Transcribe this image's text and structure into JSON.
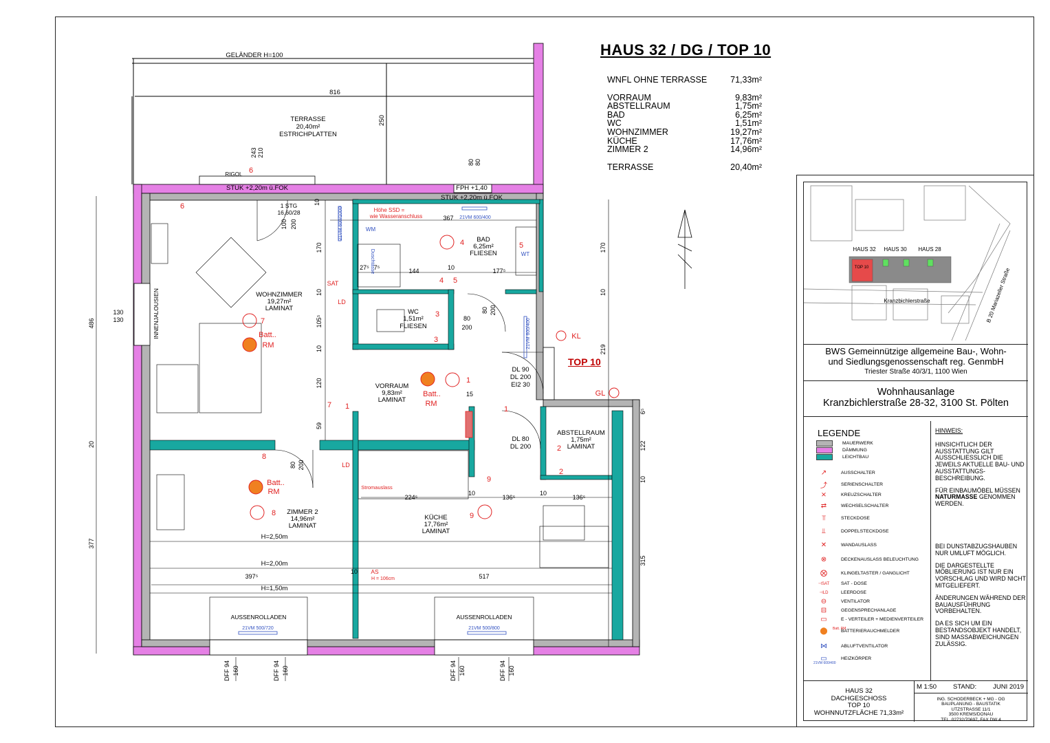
{
  "title": "HAUS 32 / DG / TOP 10",
  "areas": {
    "wnfl": {
      "label": "WNFL OHNE TERRASSE",
      "value": "71,33m²"
    },
    "rooms": [
      {
        "label": "VORRAUM",
        "value": "9,83m²"
      },
      {
        "label": "ABSTELLRAUM",
        "value": "1,75m²"
      },
      {
        "label": "BAD",
        "value": "6,25m²"
      },
      {
        "label": "WC",
        "value": "1,51m²"
      },
      {
        "label": "WOHNZIMMER",
        "value": "19,27m²"
      },
      {
        "label": "KÜCHE",
        "value": "17,76m²"
      },
      {
        "label": "ZIMMER 2",
        "value": "14,96m²"
      }
    ],
    "terrasse": {
      "label": "TERRASSE",
      "value": "20,40m²"
    }
  },
  "plan": {
    "gelaender": "GELÄNDER H=100",
    "dim_816": "816",
    "dim_250": "250",
    "terrasse": [
      "TERRASSE",
      "20,40m²",
      "ESTRICHPLATTEN"
    ],
    "rigol": "RIGOL",
    "stuk1": "STUK +2,20m ü.FOK",
    "stuk2": "STUK +2,20m ü.FOK",
    "fph": "FPH +1,40",
    "stg": [
      "1 STG",
      "16,60/28"
    ],
    "wohnzimmer": [
      "WOHNZIMMER",
      "19,27m²",
      "LAMINAT"
    ],
    "bad": [
      "BAD",
      "6,25m²",
      "FLIESEN"
    ],
    "wc": [
      "WC",
      "1,51m²",
      "FLIESEN"
    ],
    "vorraum": [
      "VORRAUM",
      "9,83m²",
      "LAMINAT"
    ],
    "abstellraum": [
      "ABSTELLRAUM",
      "1,75m²",
      "LAMINAT"
    ],
    "zimmer2": [
      "ZIMMER 2",
      "14,96m²",
      "LAMINAT"
    ],
    "kueche": [
      "KÜCHE",
      "17,76m²",
      "LAMINAT"
    ],
    "innenjalousien": "INNENJALOUSIEN",
    "aussenrolladen": "AUSSENROLLADEN",
    "hoehe_ssd": [
      "Höhe SSD =",
      "wie Wasseranschluss"
    ],
    "wm": "WM",
    "wt": "WT",
    "duschtasse": "Duschtasse",
    "rm": [
      "Batt..",
      "RM"
    ],
    "heights": [
      "H=2,50m",
      "H=2,00m",
      "H=1,50m"
    ],
    "dl90": [
      "DL 90",
      "DL 200",
      "EI2 30"
    ],
    "dl80": [
      "DL 80",
      "DL 200"
    ],
    "kl": "KL",
    "gl": "GL",
    "top10": "TOP 10",
    "sat": "SAT",
    "ld": "LD",
    "vm1": "21VM 600/400",
    "vm2": "21VM 600/1000",
    "vm3": "21VM 600/400",
    "vm4": "21VM 500/720",
    "vm5": "21VM 500/800",
    "stromauslass": "Stromauslass",
    "as_k": [
      "AS",
      "H = 106cm"
    ],
    "dims": {
      "d367": "367",
      "d144": "144",
      "d1775": "177⁵",
      "d10a": "10",
      "d275": "27⁵",
      "d7": "7⁵",
      "d486": "486",
      "d130a": "130",
      "d130b": "130",
      "d20": "20",
      "d377": "377",
      "d170a": "170",
      "d10b": "10",
      "d1055": "105⁵",
      "d10c": "10",
      "d120": "120",
      "d59": "59",
      "d80a": "80",
      "d200a": "200",
      "d80b": "80",
      "d200b": "200",
      "d243": "243",
      "d210": "210",
      "d80c": "80",
      "d80d": "80",
      "d100": "100",
      "d200c": "200",
      "d170b": "170",
      "d10d": "10",
      "d219": "219",
      "d65": "6⁵",
      "d122": "122",
      "d10e": "10",
      "d315": "315",
      "d2245": "224⁵",
      "d10f": "10",
      "d1365a": "136⁵",
      "d10g": "10",
      "d1365b": "136⁵",
      "d3975": "397⁵",
      "d10h": "10",
      "d517": "517",
      "d15": "15",
      "d80e": "80",
      "d200d": "200",
      "dff1": "DFF 94",
      "dff1b": "160",
      "dff2": "DFF 94",
      "dff2b": "160",
      "dff3": "DFF 94",
      "dff3b": "160",
      "dff4": "DFF 94",
      "dff4b": "160"
    }
  },
  "keyplan": {
    "labels": [
      "HAUS 32",
      "HAUS 30",
      "HAUS 28"
    ],
    "top10": "TOP 10",
    "street1": "Kranzbichlerstraße",
    "street2": "B 20 Mariazeller Straße"
  },
  "company": {
    "line1": "BWS Gemeinnützige allgemeine Bau-, Wohn-",
    "line2": "und Siedlungsgenossenschaft reg. GenmbH",
    "address": "Triester Straße 40/3/1, 1100 Wien"
  },
  "project": {
    "line1": "Wohnhausanlage",
    "line2": "Kranzbichlerstraße 28-32, 3100 St. Pölten"
  },
  "legend": {
    "title": "LEGENDE",
    "items": [
      {
        "label": "MAUERWERK",
        "color": "#b4b4b4",
        "kind": "swatch"
      },
      {
        "label": "DÄMMUNG",
        "color": "#e580e5",
        "kind": "swatch"
      },
      {
        "label": "LEICHTBAU",
        "color": "#18a8a0",
        "kind": "swatch"
      },
      {
        "label": "AUSSCHALTER",
        "kind": "icon",
        "icon": "switch-icon"
      },
      {
        "label": "SERIENSCHALTER",
        "kind": "icon",
        "icon": "series-switch-icon"
      },
      {
        "label": "KREUZSCHALTER",
        "kind": "icon",
        "icon": "cross-switch-icon"
      },
      {
        "label": "WECHSELSCHALTER",
        "kind": "icon",
        "icon": "changeover-switch-icon"
      },
      {
        "label": "STECKDOSE",
        "kind": "icon",
        "icon": "socket-icon"
      },
      {
        "label": "DOPPELSTECKDOSE",
        "kind": "icon",
        "icon": "double-socket-icon"
      },
      {
        "label": "WANDAUSLASS",
        "kind": "icon",
        "icon": "wall-outlet-icon"
      },
      {
        "label": "DECKENAUSLASS BELEUCHTUNG",
        "kind": "icon",
        "icon": "ceiling-light-icon"
      },
      {
        "label": "KLINGELTASTER / GANGLICHT",
        "kind": "icon",
        "icon": "doorbell-icon"
      },
      {
        "label": "SAT - DOSE",
        "kind": "icon",
        "icon": "sat-socket-icon"
      },
      {
        "label": "LEERDOSE",
        "kind": "icon",
        "icon": "empty-socket-icon"
      },
      {
        "label": "VENTILATOR",
        "kind": "icon",
        "icon": "fan-icon"
      },
      {
        "label": "GEGENSPRECHANLAGE",
        "kind": "icon",
        "icon": "intercom-icon"
      },
      {
        "label": "E - VERTEILER + MEDIENVERTEILER",
        "kind": "icon",
        "icon": "distribution-icon"
      },
      {
        "label": "BATTERIERAUCHMELDER",
        "kind": "icon",
        "icon": "smoke-detector-icon"
      },
      {
        "label": "ABLUFTVENTILATOR",
        "kind": "icon",
        "icon": "exhaust-fan-icon"
      },
      {
        "label": "HEIZKÖRPER",
        "kind": "icon",
        "icon": "radiator-icon"
      }
    ],
    "rm_small": [
      "Batt.",
      "RM"
    ],
    "sat_small": "SAT",
    "ld_small": "LD",
    "vm_small": "21VM 600/400"
  },
  "hint": {
    "title": "HINWEIS:",
    "p1": "HINSICHTLICH DER AUSSTATTUNG GILT AUSSCHLIESSLICH DIE JEWEILS AKTUELLE BAU- UND AUSSTATTUNGS-BESCHREIBUNG.",
    "p2a": "FÜR EINBAUMÖBEL MÜSSEN ",
    "p2b": "NATURMASSE",
    "p2c": " GENOMMEN WERDEN.",
    "p3": "BEI DUNSTABZUGSHAUBEN NUR UMLUFT MÖGLICH.",
    "p4": "DIE DARGESTELLTE MÖBLIERUNG IST NUR EIN VORSCHLAG UND WIRD NICHT MITGELIEFERT.",
    "p5": "ÄNDERUNGEN WÄHREND DER BAUAUSFÜHRUNG VORBEHALTEN.",
    "p6": "DA ES SICH UM EIN BESTANDSOBJEKT HANDELT, SIND MASSABWEICHUNGEN ZULÄSSIG."
  },
  "footer": {
    "l1": "HAUS 32",
    "l2": "DACHGESCHOSS",
    "l3": "TOP 10",
    "l4": "WOHNNUTZFLÄCHE 71,33m²",
    "scale": "M 1:50",
    "stand_label": "STAND:",
    "stand": "JUNI 2019",
    "f1": "ING. SCHODERBECK + MG - OG",
    "f2": "BAUPLANUNG - BAUSTATIK",
    "f3": "UTZSTRASSE 11/1",
    "f4": "3500 KREMS/DONAU",
    "f5": "TEL. 02732/70697, FAX DW 4"
  }
}
